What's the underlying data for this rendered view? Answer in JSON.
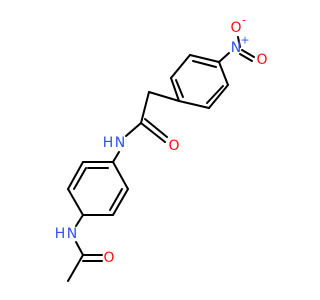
{
  "colors": {
    "bond": "#000000",
    "oxygen": "#ff0d0d",
    "nitrogen": "#3050f8",
    "background": "#ffffff"
  },
  "labels": {
    "amide_o": "O",
    "amide_nh": "N",
    "amide_nh_h": "H",
    "acet_nh": "N",
    "acet_nh_h": "H",
    "acet_o": "O",
    "nitro_n": "N",
    "nitro_n_charge": "+",
    "nitro_o1": "O",
    "nitro_o1_charge": "-",
    "nitro_o2": "O"
  }
}
